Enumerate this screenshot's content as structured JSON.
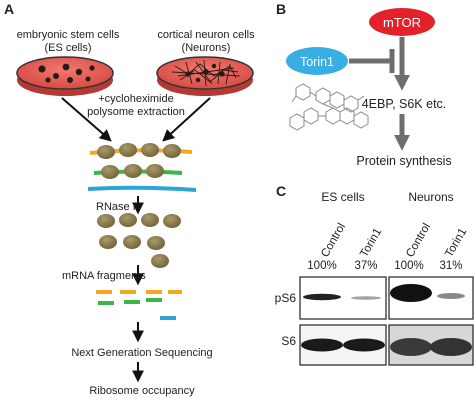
{
  "panel_a": {
    "letter": "A",
    "es_label_line1": "embryonic stem cells",
    "es_label_line2": "(ES cells)",
    "neuron_label_line1": "cortical neuron cells",
    "neuron_label_line2": "(Neurons)",
    "treatment_line1": "+cycloheximide",
    "treatment_line2": "polysome extraction",
    "rnase": "RNase I",
    "fragments": "mRNA fragments",
    "sequencing": "Next Generation Sequencing",
    "occupancy": "Ribosome occupancy"
  },
  "panel_b": {
    "letter": "B",
    "mtor": "mTOR",
    "torin1": "Torin1",
    "targets": "4EBP, S6K etc.",
    "output": "Protein synthesis"
  },
  "panel_c": {
    "letter": "C",
    "group1": "ES cells",
    "group2": "Neurons",
    "lanes": [
      "Control",
      "Torin1",
      "Control",
      "Torin1"
    ],
    "percents": [
      "100%",
      "37%",
      "100%",
      "31%"
    ],
    "row1": "pS6",
    "row2": "S6"
  },
  "colors": {
    "dish": "#e85f55",
    "ribosome": "#8a7a4a",
    "mrna_orange": "#f5a623",
    "mrna_green": "#3cb64a",
    "mrna_blue": "#2ea3d6",
    "mtor": "#e2212a",
    "torin1": "#39aee3",
    "arrow_gray": "#6e6e6e"
  }
}
